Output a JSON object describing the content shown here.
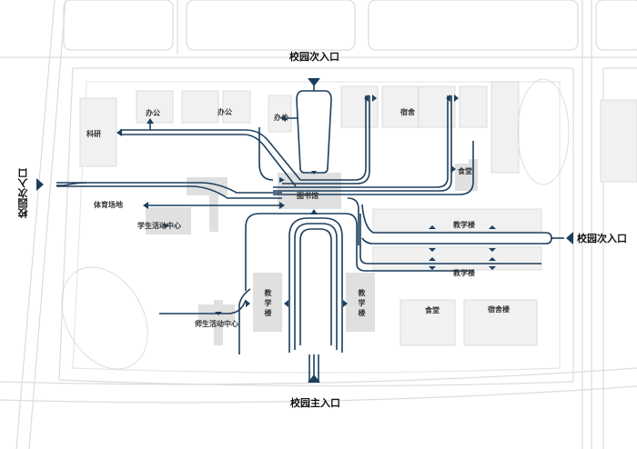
{
  "map": {
    "title": "校园交通流线分析",
    "colors": {
      "route": "#1c3f5e",
      "route_light": "#4a6f8f",
      "base_lines": "#d9d9d9",
      "building_fill": "#e2e2e2",
      "background": "#ffffff"
    },
    "entrances": {
      "north": "校园次入口",
      "west": "校园次入口",
      "east": "校园次入口",
      "south": "校园主入口"
    },
    "buildings": {
      "office_1": "办公",
      "office_2": "办公",
      "office_3": "办公",
      "research": "科研",
      "dormitory": "宿舍",
      "canteen_north": "食堂",
      "library": "图书馆",
      "sports_field": "体育场地",
      "student_activity_center": "学生活动中心",
      "teaching_building_east_1": "教学楼",
      "teaching_building_east_2": "教学楼",
      "teaching_building_west": "教学楼",
      "teaching_building_center": "教学楼",
      "teacher_student_activity_center": "师生活动中心",
      "canteen_south": "食堂",
      "dormitory_building": "宿舍楼"
    }
  }
}
